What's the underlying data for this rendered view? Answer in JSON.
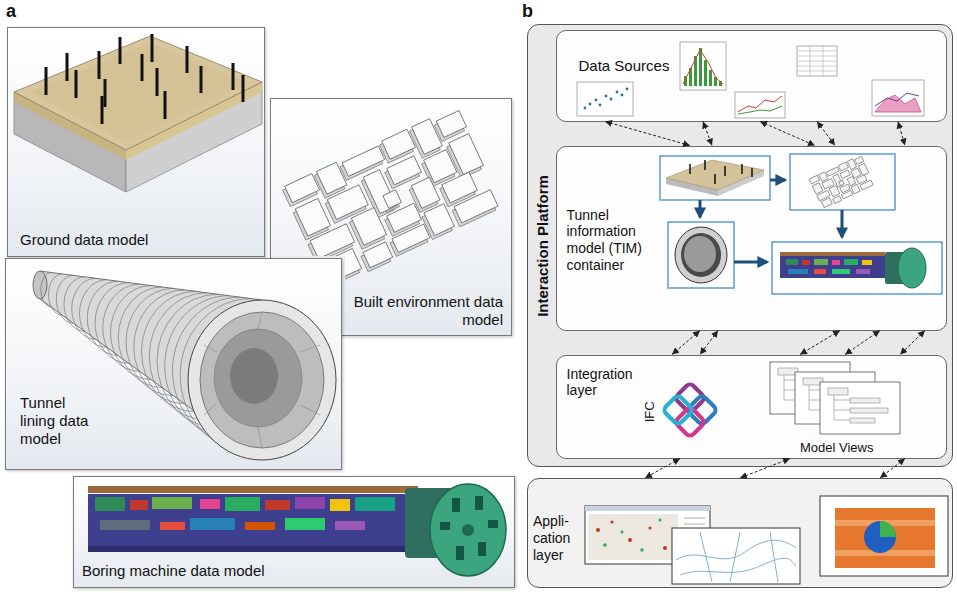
{
  "diagram": {
    "nodes": [
      {
        "text": [
          "Ground data model"
        ]
      },
      {
        "text": [
          "Built environment data model"
        ]
      },
      {
        "text": [
          "Tunnel lining data model"
        ]
      },
      {
        "text": [
          "Boring machine data model"
        ]
      },
      {
        "text": [
          "Interaction Platform"
        ]
      },
      {
        "text": [
          "Data Sources"
        ],
        "in": 4
      },
      {
        "text": [
          "Tunnel information model (TIM) container"
        ],
        "in": 4
      },
      {
        "text": [
          "Integration layer"
        ],
        "in": 4
      },
      {
        "text": [
          "Appli- cation layer"
        ]
      }
    ],
    "edges": [
      {
        "from": 5,
        "to": 6,
        "arrow": "both"
      },
      {
        "from": 5,
        "to": 6,
        "arrow": "both"
      },
      {
        "from": 5,
        "to": 6,
        "arrow": "both"
      },
      {
        "from": 5,
        "to": 6,
        "arrow": "both"
      },
      {
        "from": 5,
        "to": 6,
        "arrow": "both"
      },
      {
        "from": 6,
        "to": 7,
        "arrow": "both"
      },
      {
        "from": 6,
        "to": 7,
        "arrow": "both"
      },
      {
        "from": 6,
        "to": 7,
        "arrow": "both"
      },
      {
        "from": 6,
        "to": 7,
        "arrow": "both"
      },
      {
        "from": 6,
        "to": 7,
        "arrow": "both"
      },
      {
        "from": 7,
        "to": 8,
        "arrow": "both"
      },
      {
        "from": 7,
        "to": 8,
        "arrow": "both"
      },
      {
        "from": 7,
        "to": 8,
        "arrow": "both"
      }
    ],
    "labels": [
      "a",
      "b",
      "IFC",
      "Model Views"
    ]
  }
}
